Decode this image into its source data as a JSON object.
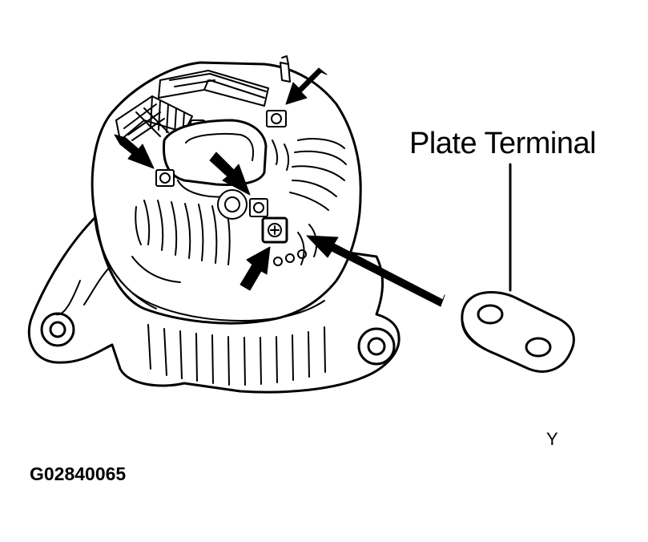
{
  "labels": {
    "plate_terminal": "Plate Terminal",
    "view_letter": "Y",
    "figure_code": "G02840065"
  },
  "colors": {
    "line": "#000000",
    "background": "#ffffff"
  },
  "callout_arrows": 5
}
